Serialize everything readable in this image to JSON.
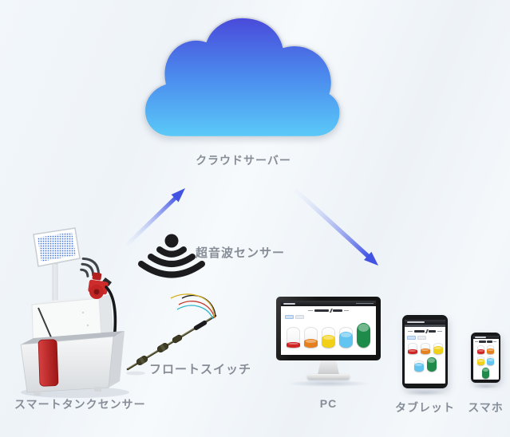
{
  "diagram_labels": {
    "cloud": "クラウドサーバー",
    "ultrasonic": "超音波センサー",
    "float_switch": "フロートスイッチ",
    "smart_tank": "スマートタンクセンサー"
  },
  "colors": {
    "cloud_top": "#4a4ada",
    "cloud_mid": "#4b8cee",
    "cloud_bottom": "#5bcaf8",
    "cloud_border": "#d7dbe0",
    "arrow_strong": "#4253e4",
    "arrow_faint": "#cfdff7",
    "icon_black": "#1c1c1e",
    "label_gray": "#868d97",
    "tank_red": "#cf2222",
    "tank_orange": "#e5801f",
    "tank_yellow": "#f2d018",
    "tank_cyan": "#62c4f0",
    "tank_green": "#1e8b4a"
  },
  "icons": {
    "cloud": "cloud-icon",
    "ultrasonic": "wifi-down-signal-icon",
    "wifi": "wifi-signal-icon",
    "arrow_up": "arrow-up-right-icon",
    "arrow_down": "arrow-down-right-icon"
  },
  "devices": {
    "pc": {
      "label": "PC",
      "tanks": [
        {
          "color": "#cf2222",
          "fill": 0.28
        },
        {
          "color": "#e5801f",
          "fill": 0.42
        },
        {
          "color": "#f2d018",
          "fill": 0.62
        },
        {
          "color": "#62c4f0",
          "fill": 0.78
        },
        {
          "color": "#1e8b4a",
          "fill": 1,
          "tall": true
        }
      ]
    },
    "tablet": {
      "label": "タブレット",
      "rows": [
        [
          {
            "color": "#cf2222",
            "fill": 0.45
          },
          {
            "color": "#e5801f",
            "fill": 0.5
          },
          {
            "color": "#f2d018",
            "fill": 0.75
          }
        ],
        [
          {
            "color": "#62c4f0",
            "fill": 0.8
          },
          {
            "color": "#1e8b4a",
            "fill": 1,
            "tall": true
          }
        ]
      ]
    },
    "phone": {
      "label": "スマホ",
      "rows": [
        [
          {
            "color": "#cf2222",
            "fill": 0.5
          },
          {
            "color": "#e5801f",
            "fill": 0.55
          }
        ],
        [
          {
            "color": "#f2d018",
            "fill": 0.65
          },
          {
            "color": "#62c4f0",
            "fill": 0.8
          }
        ],
        [
          {
            "color": "#1e8b4a",
            "fill": 1,
            "tall": true
          }
        ]
      ]
    }
  }
}
